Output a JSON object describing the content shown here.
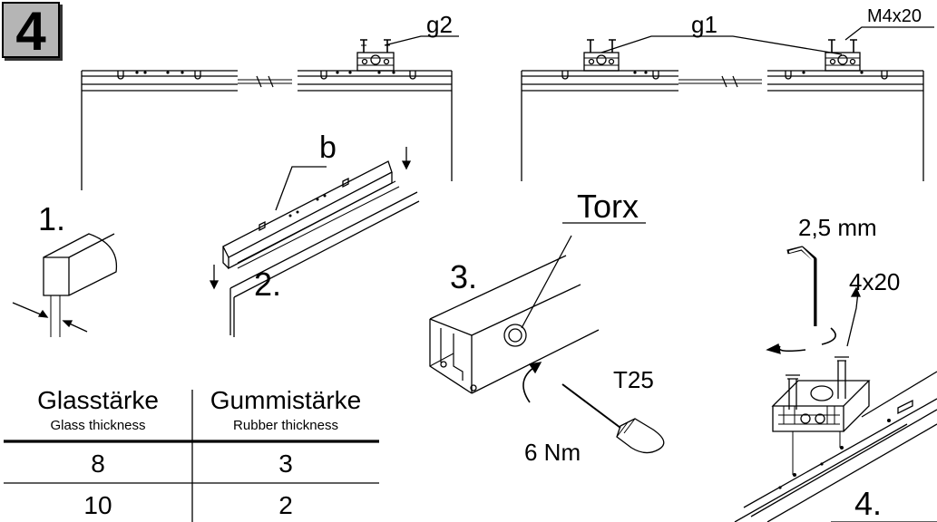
{
  "step_number": "4",
  "labels": {
    "g2": "g2",
    "g1": "g1",
    "m4x20": "M4x20",
    "b": "b",
    "step1": "1.",
    "step2": "2.",
    "step3": "3.",
    "step4": "4.",
    "torx": "Torx",
    "t25": "T25",
    "torque": "6 Nm",
    "hex_key": "2,5 mm",
    "screw_4x20": "4x20"
  },
  "table": {
    "col1_header": "Glasstärke",
    "col1_sub": "Glass thickness",
    "col2_header": "Gummistärke",
    "col2_sub": "Rubber thickness",
    "rows": [
      {
        "glass": "8",
        "rubber": "3"
      },
      {
        "glass": "10",
        "rubber": "2"
      }
    ]
  },
  "colors": {
    "ink": "#000000",
    "badge": "#b5b5b5",
    "paper": "#ffffff"
  }
}
